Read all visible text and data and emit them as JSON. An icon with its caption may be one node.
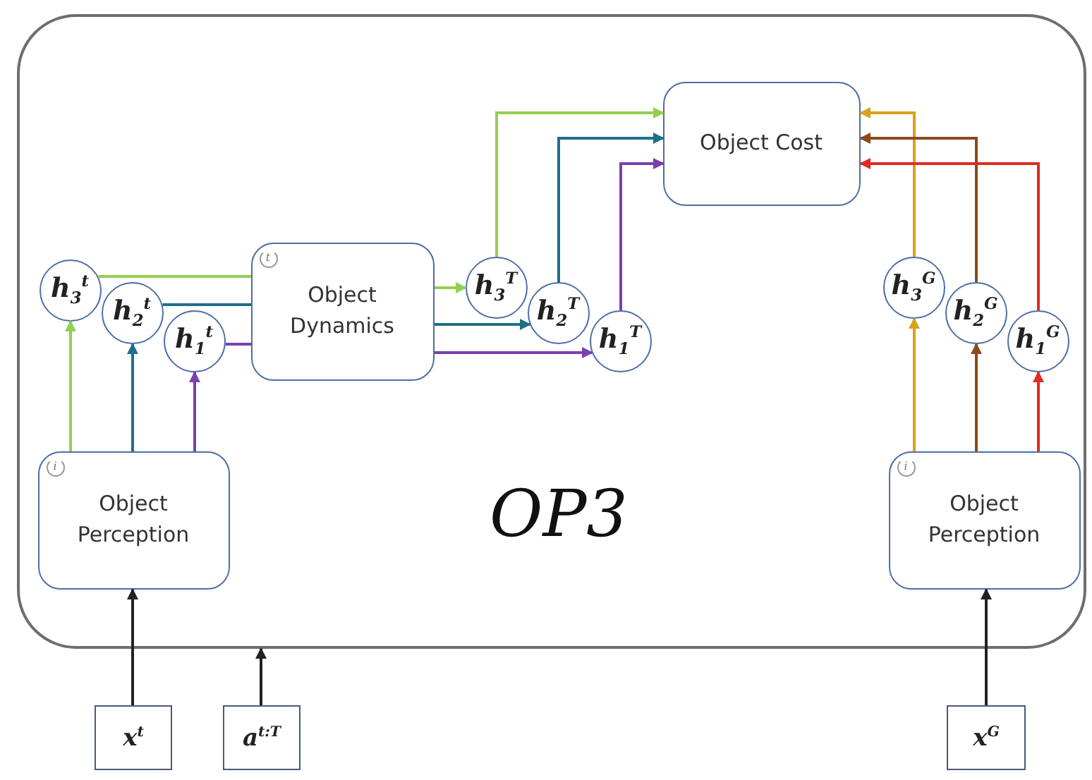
{
  "diagram": {
    "nodes": [
      {
        "text": [
          "OP3"
        ]
      },
      {
        "text": [
          "Object Cost"
        ],
        "in": 0
      },
      {
        "text": [
          "h$_{3}$$^{t}$"
        ],
        "in": 0
      },
      {
        "text": [
          "h$_{2}$$^{t}$"
        ],
        "in": 0
      },
      {
        "text": [
          "h$_{1}$$^{t}$"
        ],
        "in": 0
      },
      {
        "text": [
          "t",
          "Object Dynamics"
        ],
        "in": 0
      },
      {
        "text": [
          "h$_{3}$$^{T}$"
        ],
        "in": 0
      },
      {
        "text": [
          "h$_{2}$$^{T}$"
        ],
        "in": 0
      },
      {
        "text": [
          "h$_{1}$$^{T}$"
        ],
        "in": 0
      },
      {
        "text": [
          "h$_{3}$$^{G}$"
        ],
        "in": 0
      },
      {
        "text": [
          "h$_{2}$$^{G}$"
        ],
        "in": 0
      },
      {
        "text": [
          "h$_{1}$$^{G}$"
        ],
        "in": 0
      },
      {
        "text": [
          "i",
          "Object Perception"
        ],
        "in": 0
      },
      {
        "text": [
          "i",
          "Object Perception"
        ],
        "in": 0
      },
      {
        "text": [
          "x$^{t}$"
        ]
      },
      {
        "text": [
          "a$^{t:T}$"
        ]
      },
      {
        "text": [
          "x$^{G}$"
        ]
      }
    ],
    "edges": [
      {
        "from": 12,
        "to": 2,
        "arrow": "to",
        "color": "#92d050"
      },
      {
        "from": 12,
        "to": 3,
        "arrow": "to",
        "color": "#1f6f8b"
      },
      {
        "from": 12,
        "to": 4,
        "arrow": "to",
        "color": "#7a3fb0"
      },
      {
        "from": 2,
        "to": 5,
        "arrow": "none",
        "color": "#92d050"
      },
      {
        "from": 3,
        "to": 5,
        "arrow": "none",
        "color": "#1f6f8b"
      },
      {
        "from": 4,
        "to": 5,
        "arrow": "none",
        "color": "#7a3fb0"
      },
      {
        "from": 5,
        "to": 6,
        "arrow": "to",
        "color": "#92d050"
      },
      {
        "from": 5,
        "to": 7,
        "arrow": "to",
        "color": "#1f6f8b"
      },
      {
        "from": 5,
        "to": 8,
        "arrow": "to",
        "color": "#7a3fb0"
      },
      {
        "from": 6,
        "to": 1,
        "arrow": "to",
        "color": "#92d050"
      },
      {
        "from": 7,
        "to": 1,
        "arrow": "to",
        "color": "#1f6f8b"
      },
      {
        "from": 8,
        "to": 1,
        "arrow": "to",
        "color": "#7a3fb0"
      },
      {
        "from": 13,
        "to": 9,
        "arrow": "to",
        "color": "#d9a21b"
      },
      {
        "from": 13,
        "to": 10,
        "arrow": "to",
        "color": "#8b4a1c"
      },
      {
        "from": 13,
        "to": 11,
        "arrow": "to",
        "color": "#e02b20"
      },
      {
        "from": 9,
        "to": 1,
        "arrow": "to",
        "color": "#d9a21b"
      },
      {
        "from": 10,
        "to": 1,
        "arrow": "to",
        "color": "#8b4a1c"
      },
      {
        "from": 11,
        "to": 1,
        "arrow": "to",
        "color": "#e02b20"
      },
      {
        "from": 14,
        "to": 12,
        "arrow": "to",
        "color": "#222222"
      },
      {
        "from": 15,
        "to": 0,
        "arrow": "to",
        "color": "#222222"
      },
      {
        "from": 16,
        "to": 13,
        "arrow": "to",
        "color": "#222222"
      }
    ]
  }
}
